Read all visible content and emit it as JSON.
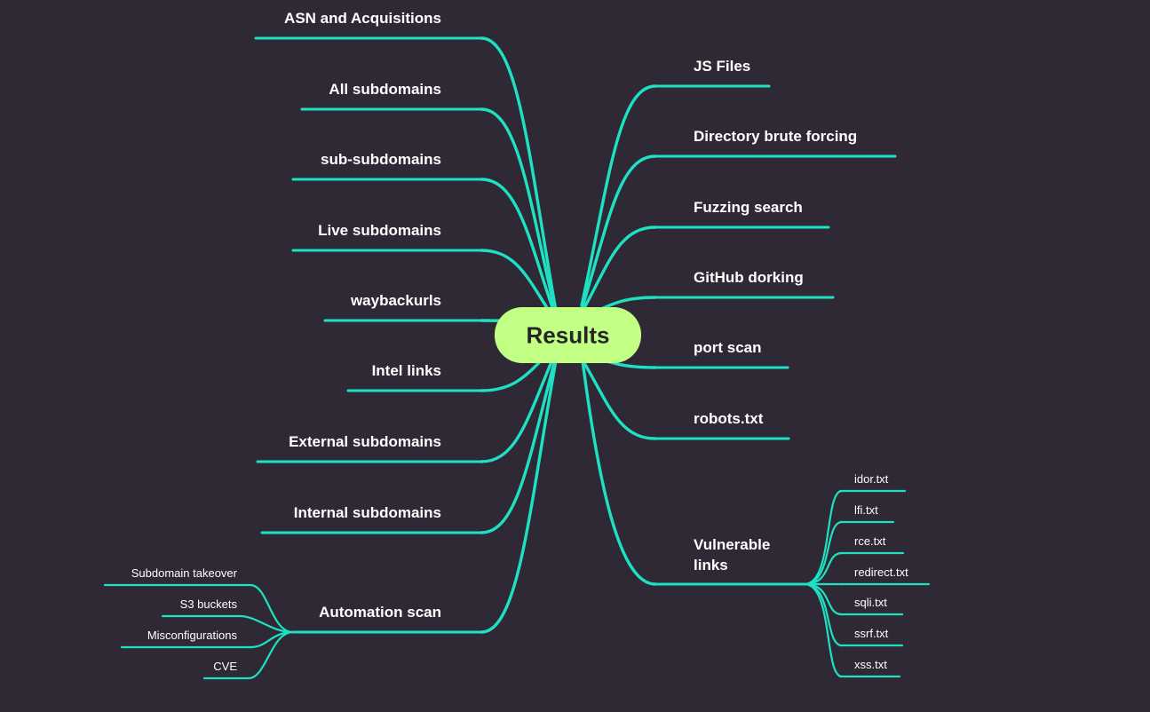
{
  "root": "Results",
  "colors": {
    "background": "#2f2935",
    "connector": "#1de1c2",
    "root_fill": "#c2ff85",
    "root_text": "#262626",
    "label_text": "#ffffff"
  },
  "left_branches": [
    "ASN and Acquisitions",
    "All subdomains",
    "sub-subdomains",
    "Live subdomains",
    "waybackurls",
    "Intel links",
    "External subdomains",
    "Internal subdomains",
    "Automation scan"
  ],
  "automation_scan_children": [
    "Subdomain takeover",
    "S3 buckets",
    "Misconfigurations",
    "CVE"
  ],
  "right_branches": [
    "JS Files",
    "Directory brute forcing",
    "Fuzzing search",
    "GitHub dorking",
    "port scan",
    "robots.txt"
  ],
  "vulnerable_links": {
    "label_lines": [
      "Vulnerable",
      "links"
    ],
    "children": [
      "idor.txt",
      "lfi.txt",
      "rce.txt",
      "redirect.txt",
      "sqli.txt",
      "ssrf.txt",
      "xss.txt"
    ]
  }
}
